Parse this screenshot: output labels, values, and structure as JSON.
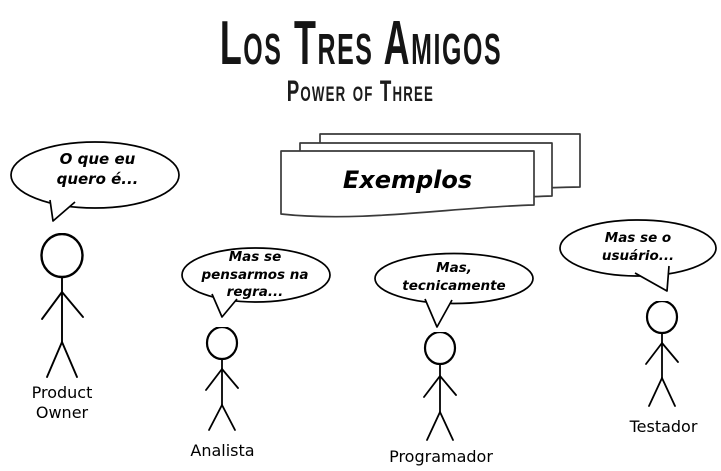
{
  "header": {
    "title": "Los Tres Amigos",
    "subtitle": "Power of Three"
  },
  "cards": {
    "label": "Exemplos"
  },
  "characters": [
    {
      "id": "product-owner",
      "label": "Product Owner",
      "bubble_lines": [
        "O que eu",
        "quero é..."
      ]
    },
    {
      "id": "analista",
      "label": "Analista",
      "bubble_lines": [
        "Mas se",
        "pensarmos na",
        "regra..."
      ]
    },
    {
      "id": "programador",
      "label": "Programador",
      "bubble_lines": [
        "Mas,",
        "tecnicamente"
      ]
    },
    {
      "id": "testador",
      "label": "Testador",
      "bubble_lines": [
        "Mas se o",
        "usuário..."
      ]
    }
  ],
  "colors": {
    "ink": "#000000",
    "card_border": "#3a3a3a",
    "background": "#ffffff"
  }
}
